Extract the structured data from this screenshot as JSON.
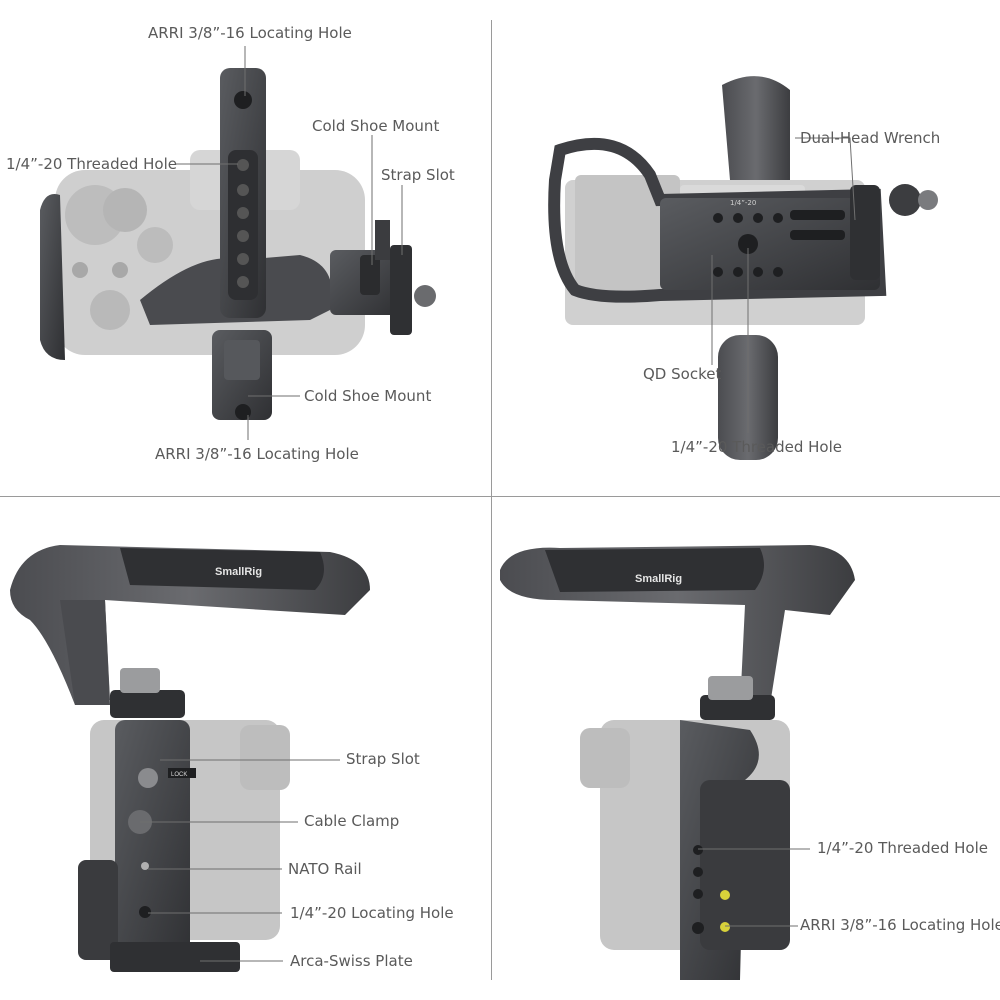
{
  "panels": {
    "top_left": {
      "labels": {
        "arri_top": "ARRI 3/8”-16 Locating Hole",
        "threaded_hole": "1/4”-20 Threaded Hole",
        "cold_shoe_top": "Cold Shoe Mount",
        "strap_slot": "Strap Slot",
        "cold_shoe_bottom": "Cold Shoe Mount",
        "arri_bottom": "ARRI 3/8”-16 Locating Hole"
      }
    },
    "top_right": {
      "labels": {
        "dual_head_wrench": "Dual-Head Wrench",
        "qd_socket": "QD Socket",
        "threaded_hole": "1/4”-20 Threaded Hole"
      },
      "engraving": "1/4”-20"
    },
    "bottom_left": {
      "brand": "SmallRig",
      "lock_text": "LOCK",
      "labels": {
        "strap_slot": "Strap Slot",
        "cable_clamp": "Cable Clamp",
        "nato_rail": "NATO Rail",
        "locating_hole": "1/4”-20 Locating Hole",
        "arca_plate": "Arca-Swiss Plate"
      }
    },
    "bottom_right": {
      "brand": "SmallRig",
      "labels": {
        "threaded_hole": "1/4”-20 Threaded Hole",
        "arri_hole": "ARRI 3/8”-16 Locating Hole"
      }
    }
  },
  "colors": {
    "metal_dark": "#3a3b3e",
    "metal_mid": "#55575b",
    "camera_gray": "#c9c9c9",
    "leader_line": "#6f6f6f",
    "accent_yellow": "#d8d23a"
  }
}
